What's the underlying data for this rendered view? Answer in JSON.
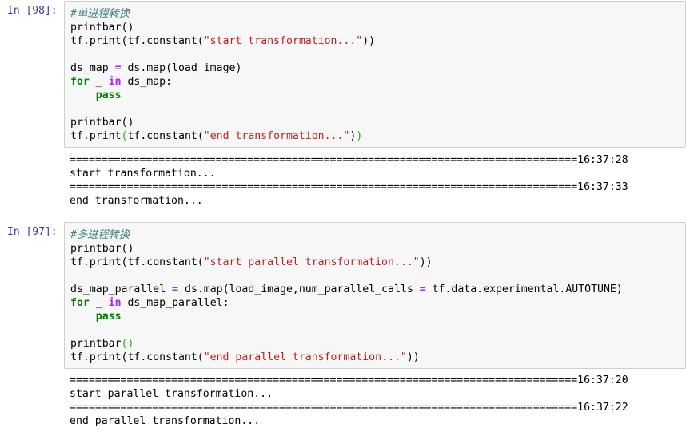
{
  "cells": [
    {
      "prompt": "In [98]:",
      "lines": [
        [
          {
            "t": "#单进程转换",
            "c": "cm"
          }
        ],
        [
          {
            "t": "printbar()",
            "c": ""
          }
        ],
        [
          {
            "t": "tf.print(tf.constant(",
            "c": ""
          },
          {
            "t": "\"start transformation...\"",
            "c": "str"
          },
          {
            "t": "))",
            "c": ""
          }
        ],
        [
          {
            "t": "",
            "c": ""
          }
        ],
        [
          {
            "t": "ds_map ",
            "c": ""
          },
          {
            "t": "=",
            "c": "op"
          },
          {
            "t": " ds.map(load_image)",
            "c": ""
          }
        ],
        [
          {
            "t": "for",
            "c": "kw"
          },
          {
            "t": " _ ",
            "c": ""
          },
          {
            "t": "in",
            "c": "op"
          },
          {
            "t": " ds_map:",
            "c": ""
          }
        ],
        [
          {
            "t": "    ",
            "c": ""
          },
          {
            "t": "pass",
            "c": "kw"
          }
        ],
        [
          {
            "t": "",
            "c": ""
          }
        ],
        [
          {
            "t": "printbar()",
            "c": ""
          }
        ],
        [
          {
            "t": "tf.print",
            "c": ""
          },
          {
            "t": "(",
            "c": "mb"
          },
          {
            "t": "tf.constant(",
            "c": ""
          },
          {
            "t": "\"end transformation...\"",
            "c": "str"
          },
          {
            "t": ")",
            "c": ""
          },
          {
            "t": ")",
            "c": "mb"
          }
        ]
      ],
      "output": [
        "================================================================================16:37:28",
        "start transformation...",
        "================================================================================16:37:33",
        "end transformation..."
      ]
    },
    {
      "prompt": "In [97]:",
      "lines": [
        [
          {
            "t": "#多进程转换",
            "c": "cm"
          }
        ],
        [
          {
            "t": "printbar()",
            "c": ""
          }
        ],
        [
          {
            "t": "tf.print(tf.constant(",
            "c": ""
          },
          {
            "t": "\"start parallel transformation...\"",
            "c": "str"
          },
          {
            "t": "))",
            "c": ""
          }
        ],
        [
          {
            "t": "",
            "c": ""
          }
        ],
        [
          {
            "t": "ds_map_parallel ",
            "c": ""
          },
          {
            "t": "=",
            "c": "op"
          },
          {
            "t": " ds.map(load_image,num_parallel_calls ",
            "c": ""
          },
          {
            "t": "=",
            "c": "op"
          },
          {
            "t": " tf.data.experimental.AUTOTUNE)",
            "c": ""
          }
        ],
        [
          {
            "t": "for",
            "c": "kw"
          },
          {
            "t": " _ ",
            "c": ""
          },
          {
            "t": "in",
            "c": "op"
          },
          {
            "t": " ds_map_parallel:",
            "c": ""
          }
        ],
        [
          {
            "t": "    ",
            "c": ""
          },
          {
            "t": "pass",
            "c": "kw"
          }
        ],
        [
          {
            "t": "",
            "c": ""
          }
        ],
        [
          {
            "t": "printbar",
            "c": ""
          },
          {
            "t": "()",
            "c": "mb"
          }
        ],
        [
          {
            "t": "tf.print(tf.constant(",
            "c": ""
          },
          {
            "t": "\"end parallel transformation...\"",
            "c": "str"
          },
          {
            "t": "))",
            "c": ""
          }
        ]
      ],
      "output": [
        "================================================================================16:37:20",
        "start parallel transformation...",
        "================================================================================16:37:22",
        "end parallel transformation..."
      ]
    }
  ]
}
